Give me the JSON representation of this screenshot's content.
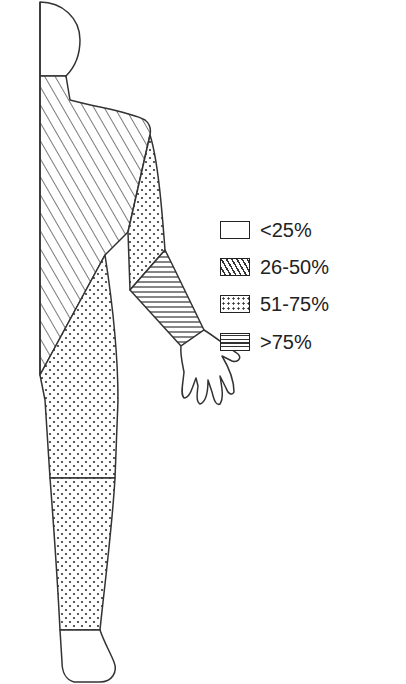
{
  "diagram": {
    "legend": [
      {
        "text": "<25%",
        "color": "#ffffff"
      },
      {
        "text": "26-50%"
      },
      {
        "text": "51-75%"
      },
      {
        "text": ">75%"
      }
    ]
  }
}
